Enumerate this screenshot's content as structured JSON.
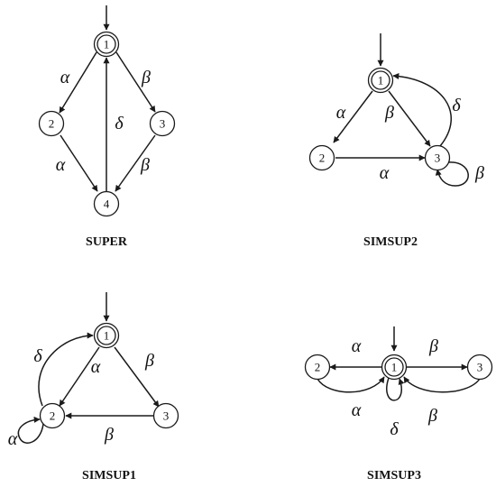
{
  "panels": {
    "super": {
      "caption": "SUPER",
      "states": [
        "1",
        "2",
        "3",
        "4"
      ],
      "events": {
        "alpha_1_2": "α",
        "alpha_2_4": "α",
        "beta_1_3": "β",
        "beta_3_4": "β",
        "delta_4_1": "δ"
      }
    },
    "simsup2": {
      "caption": "SIMSUP2",
      "states": [
        "1",
        "2",
        "3"
      ],
      "events": {
        "alpha_1_2": "α",
        "beta_1_3": "β",
        "delta_3_1": "δ",
        "alpha_2_3": "α",
        "beta_3_3": "β"
      }
    },
    "simsup1": {
      "caption": "SIMSUP1",
      "states": [
        "1",
        "2",
        "3"
      ],
      "events": {
        "delta_2_1": "δ",
        "alpha_1_2": "α",
        "beta_1_3": "β",
        "beta_3_2": "β",
        "alpha_2_2": "α"
      }
    },
    "simsup3": {
      "caption": "SIMSUP3",
      "states": [
        "2",
        "1",
        "3"
      ],
      "events": {
        "alpha_1_2_top": "α",
        "beta_1_3_top": "β",
        "alpha_2_1_bottom": "α",
        "delta_1_1": "δ",
        "beta_3_1_bottom": "β"
      }
    }
  },
  "colors": {
    "stroke": "#1a1a1a",
    "text": "#111111",
    "background": "#ffffff"
  }
}
